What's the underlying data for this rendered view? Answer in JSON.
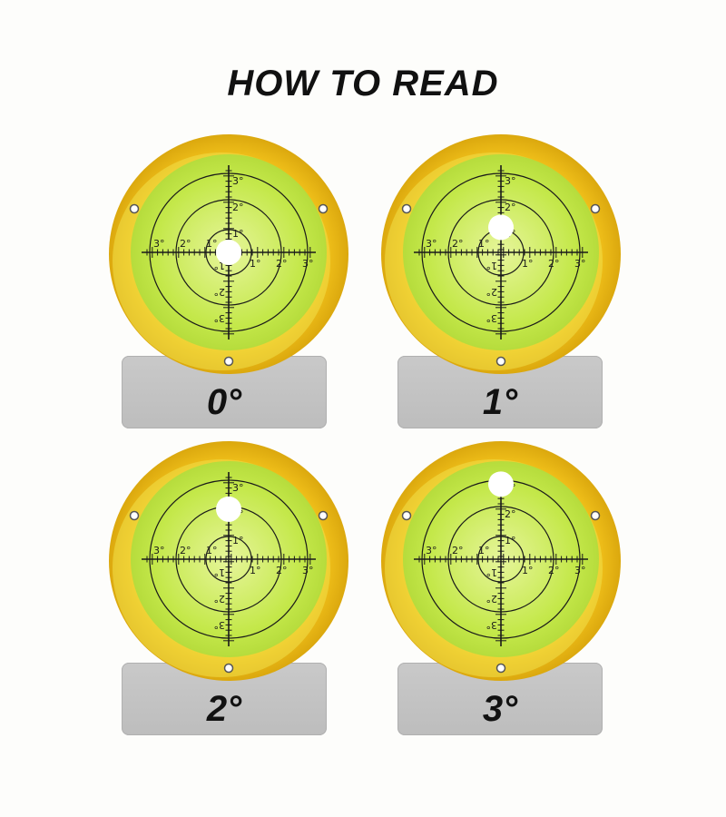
{
  "title": "HOW TO READ",
  "colors": {
    "rim": "#f2c21b",
    "rim_dark": "#dba80e",
    "vial": "#c4e84a",
    "vial_center": "#e6f59a",
    "bubble": "#ffffff",
    "line": "#1a1a1a",
    "plate": "#c4c4c4"
  },
  "scale": {
    "ring_labels": [
      "1°",
      "2°",
      "3°"
    ]
  },
  "levels": [
    {
      "label": "0°",
      "tilt_deg": 0
    },
    {
      "label": "1°",
      "tilt_deg": 1
    },
    {
      "label": "2°",
      "tilt_deg": 2
    },
    {
      "label": "3°",
      "tilt_deg": 3
    }
  ]
}
